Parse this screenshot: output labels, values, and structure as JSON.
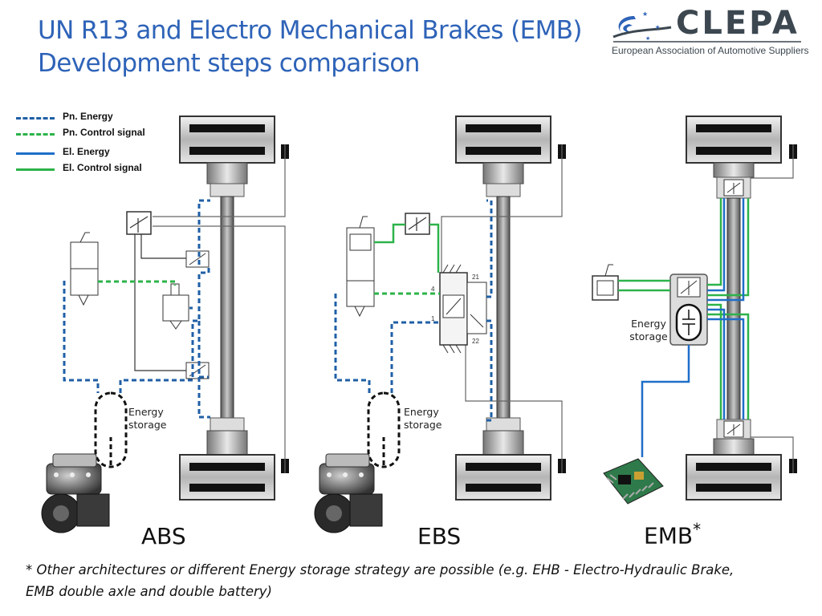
{
  "title": {
    "line1": "UN R13 and Electro Mechanical Brakes (EMB)",
    "line2": "Development steps comparison"
  },
  "logo": {
    "name": "CLEPA",
    "subtitle": "European Association of Automotive Suppliers",
    "brand_color": "#3c4750"
  },
  "legend": [
    {
      "label": "Pn. Energy",
      "color": "#1f5fa6",
      "style": "dashed"
    },
    {
      "label": "Pn. Control signal",
      "color": "#2db34a",
      "style": "dashed"
    },
    {
      "label": "El. Energy",
      "color": "#1f6fc8",
      "style": "solid"
    },
    {
      "label": "El. Control signal",
      "color": "#2db34a",
      "style": "solid"
    }
  ],
  "systems": [
    {
      "label": "ABS",
      "energy_storage": "Energy storage"
    },
    {
      "label": "EBS",
      "energy_storage": "Energy storage",
      "port_labels": [
        "4",
        "1",
        "21",
        "22"
      ]
    },
    {
      "label": "EMB",
      "asterisk": "*",
      "energy_storage": "Energy storage"
    }
  ],
  "footnote": {
    "line1": "* Other architectures or different Energy storage strategy are possible (e.g. EHB - Electro-Hydraulic Brake,",
    "line2": "EMB double axle and double battery)"
  }
}
